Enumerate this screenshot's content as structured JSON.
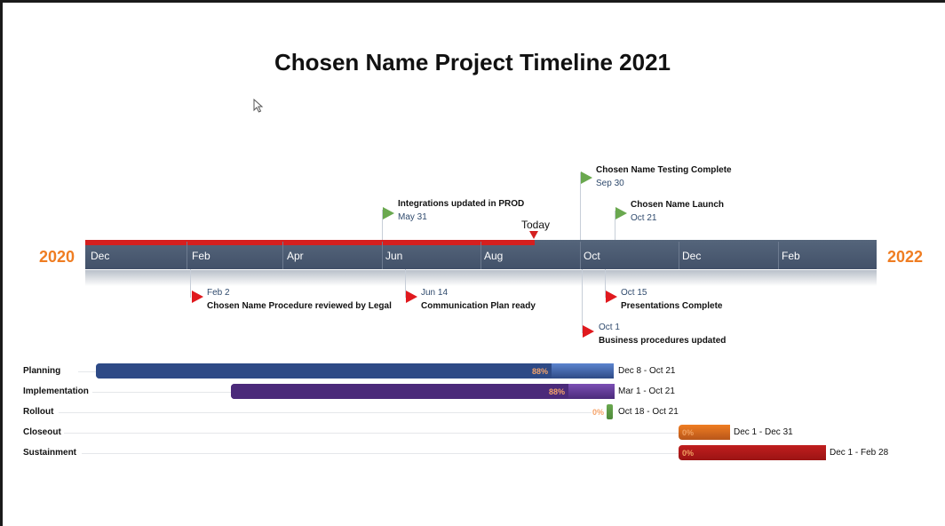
{
  "title": "Chosen Name Project Timeline 2021",
  "timeline": {
    "year_start": "2020",
    "year_end": "2022",
    "months": [
      "Dec",
      "Feb",
      "Apr",
      "Jun",
      "Aug",
      "Oct",
      "Dec",
      "Feb"
    ],
    "today_label": "Today"
  },
  "milestones_above": [
    {
      "title": "Integrations updated in PROD",
      "date": "May 31",
      "color": "green"
    },
    {
      "title": "Chosen Name Testing Complete",
      "date": "Sep 30",
      "color": "green"
    },
    {
      "title": "Chosen Name Launch",
      "date": "Oct 21",
      "color": "green"
    }
  ],
  "milestones_below": [
    {
      "title": "Chosen Name Procedure reviewed by Legal",
      "date": "Feb 2",
      "color": "red"
    },
    {
      "title": "Communication Plan ready",
      "date": "Jun 14",
      "color": "red"
    },
    {
      "title": "Presentations Complete",
      "date": "Oct 15",
      "color": "red"
    },
    {
      "title": "Business procedures updated",
      "date": "Oct 1",
      "color": "red"
    }
  ],
  "tasks": [
    {
      "name": "Planning",
      "percent": "88%",
      "range": "Dec 8 - Oct 21",
      "progress": 0.88,
      "color_dark": "#2e4a86",
      "color_light": "#5b84cf"
    },
    {
      "name": "Implementation",
      "percent": "88%",
      "range": "Mar 1 - Oct 21",
      "progress": 0.88,
      "color_dark": "#4b2a7a",
      "color_light": "#7b4fb4"
    },
    {
      "name": "Rollout",
      "percent": "0%",
      "range": "Oct 18 - Oct 21",
      "progress": 0,
      "color_dark": "#4e8a3a",
      "color_light": "#6aa84f"
    },
    {
      "name": "Closeout",
      "percent": "0%",
      "range": "Dec 1 - Dec 31",
      "progress": 0,
      "color_dark": "#b8561a",
      "color_light": "#ef7d22"
    },
    {
      "name": "Sustainment",
      "percent": "0%",
      "range": "Dec 1 - Feb 28",
      "progress": 0,
      "color_dark": "#9b1414",
      "color_light": "#c01e1e"
    }
  ],
  "colors": {
    "accent_year": "#ef7d22",
    "axis": "#4a5970",
    "today": "#d41f1f"
  }
}
